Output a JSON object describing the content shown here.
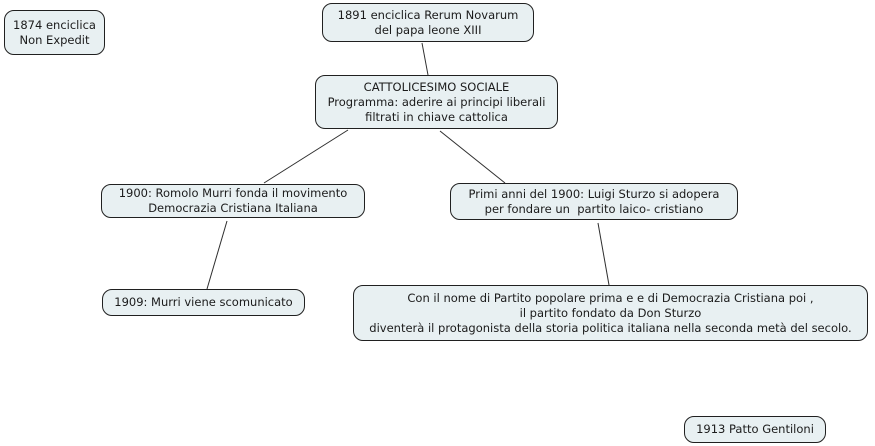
{
  "diagram": {
    "type": "concept-map",
    "background": "#ffffff",
    "node_fill": "#e8f0f2",
    "node_border": "#202020",
    "connector_color": "#2e2e2e",
    "nodes": [
      {
        "id": "enciclica-1874",
        "label": "1874 enciclica\nNon Expedit"
      },
      {
        "id": "enciclica-1891",
        "label": "1891 enciclica Rerum Novarum\ndel papa leone XIII"
      },
      {
        "id": "cattolicesimo-sociale",
        "label": "CATTOLICESIMO SOCIALE\nProgramma: aderire ai principi liberali\nfiltrati in chiave cattolica"
      },
      {
        "id": "murri-1900",
        "label": "1900: Romolo Murri fonda il movimento\nDemocrazia Cristiana Italiana"
      },
      {
        "id": "sturzo-1900",
        "label": "Primi anni del 1900: Luigi Sturzo si adopera\nper fondare un  partito laico- cristiano"
      },
      {
        "id": "murri-1909",
        "label": "1909: Murri viene scomunicato"
      },
      {
        "id": "partito-popolare",
        "label": "Con il nome di Partito popolare prima e e di Democrazia Cristiana poi ,\nil partito fondato da Don Sturzo\ndiventerà il protagonista della storia politica italiana nella seconda metà del secolo."
      },
      {
        "id": "patto-gentiloni-1913",
        "label": "1913 Patto Gentiloni"
      }
    ],
    "edges": [
      {
        "from": "enciclica-1891",
        "to": "cattolicesimo-sociale"
      },
      {
        "from": "cattolicesimo-sociale",
        "to": "murri-1900"
      },
      {
        "from": "cattolicesimo-sociale",
        "to": "sturzo-1900"
      },
      {
        "from": "murri-1900",
        "to": "murri-1909"
      },
      {
        "from": "sturzo-1900",
        "to": "partito-popolare"
      }
    ]
  }
}
